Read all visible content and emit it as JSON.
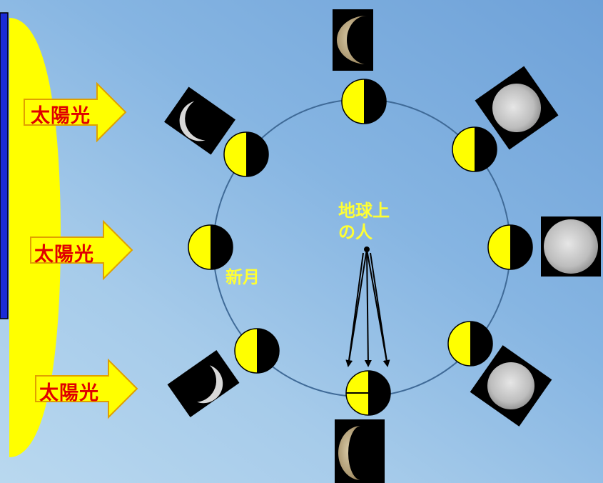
{
  "sunlight_labels": [
    "太陽光",
    "太陽光",
    "太陽光"
  ],
  "observer_label_line1": "地球上",
  "observer_label_line2": "の人",
  "new_moon_label": "新月",
  "colors": {
    "sun": "#ffff00",
    "lit_half": "#ffff00",
    "dark_half": "#000000",
    "orbit": "#3f6a97",
    "sun_text": "#e00000",
    "annotation": "#ffff33",
    "left_bar": "#1a2bd6"
  }
}
